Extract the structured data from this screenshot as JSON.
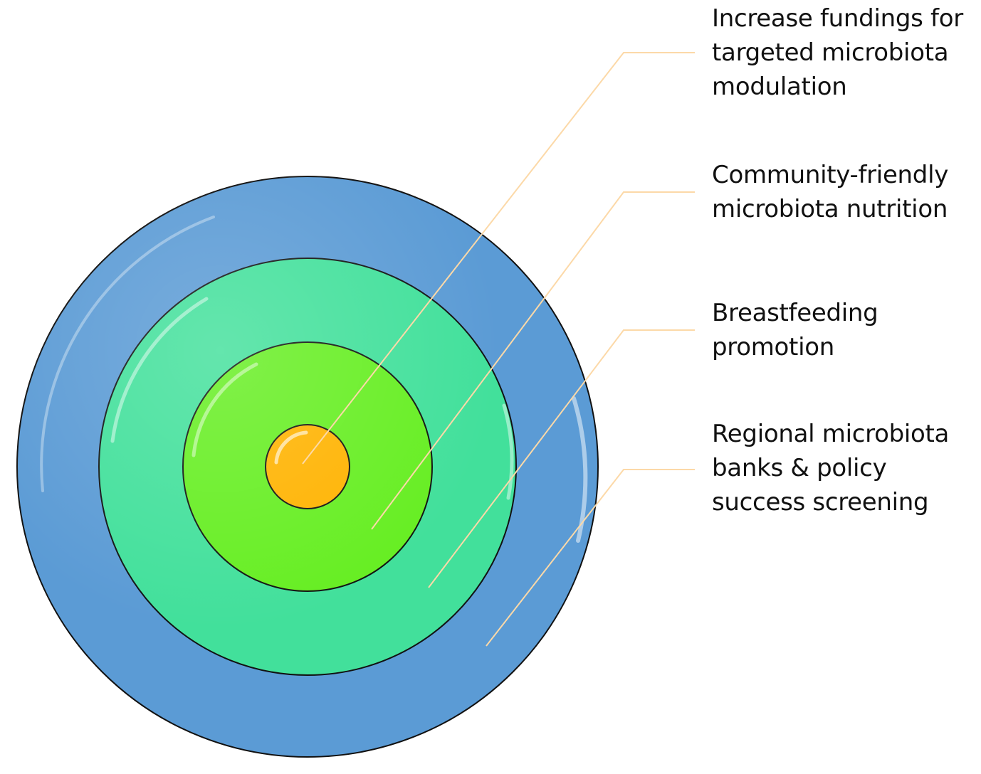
{
  "diagram": {
    "type": "concentric-target",
    "labels": [
      "Increase fundings for\ntargeted microbiota\nmodulation",
      "Community-friendly\nmicrobiota nutrition",
      "Breastfeeding\npromotion",
      "Regional microbiota\nbanks & policy\nsuccess screening"
    ],
    "rings": [
      {
        "name": "outer-ring",
        "color": "#5b9bd5",
        "label_index": 3
      },
      {
        "name": "second-ring",
        "color": "#42e09b",
        "label_index": 2
      },
      {
        "name": "third-ring",
        "color": "#66ee22",
        "label_index": 1
      },
      {
        "name": "center-circle",
        "color": "#ffb300",
        "label_index": 0
      }
    ],
    "leader_line_color": "#fcd9a8",
    "ring_border_color": "#111111"
  }
}
